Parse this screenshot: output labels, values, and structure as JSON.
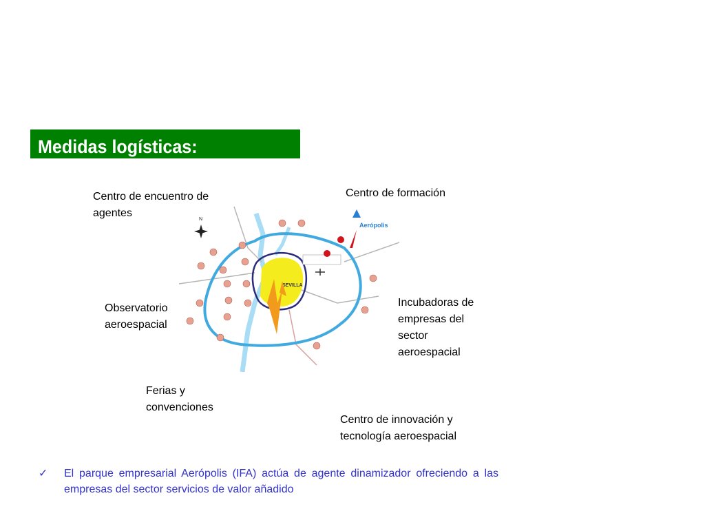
{
  "title": "Medidas logísticas:",
  "labels": {
    "encuentro": "Centro de encuentro de\nagentes",
    "formacion": "Centro de formación",
    "observatorio": "Observatorio\naeroespacial",
    "incubadoras": "Incubadoras de\nempresas del\nsector\naeroespacial",
    "ferias": "Ferias y\nconvenciones",
    "innovacion": "Centro de innovación y\ntecnología aeroespacial"
  },
  "map": {
    "city_label": "SEVILLA",
    "logo_text": "Aerópolis",
    "compass_letter": "N"
  },
  "footer": {
    "bullet_icon": "checkmark-icon",
    "text": "El parque empresarial Aerópolis (IFA) actúa de agente dinamizador ofreciendo a las empresas del sector servicios de valor añadido"
  },
  "colors": {
    "title_bg": "#008000",
    "footer_text": "#3333cc",
    "ring_road": "#3fa9e0",
    "city_fill": "#f5ec1e",
    "pin": "#d0141e"
  }
}
